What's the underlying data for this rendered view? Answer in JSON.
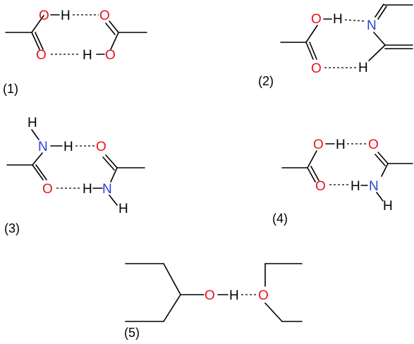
{
  "atoms": {
    "oxygen": "O",
    "nitrogen": "N",
    "hydrogen": "H"
  },
  "colors": {
    "oxygen": "#e8141b",
    "nitrogen": "#2b3fd6",
    "bond": "#000000"
  },
  "dimers": [
    {
      "label": "(1)"
    },
    {
      "label": "(2)"
    },
    {
      "label": "(3)"
    },
    {
      "label": "(4)"
    },
    {
      "label": "(5)"
    }
  ]
}
